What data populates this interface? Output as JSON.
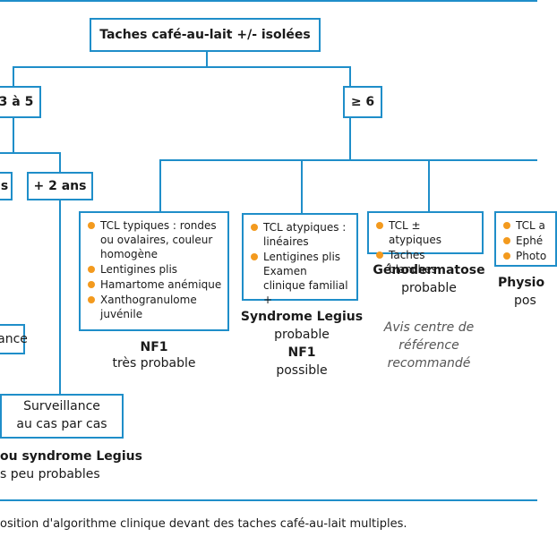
{
  "root": "Taches café-au-lait +/- isolées",
  "branches": {
    "left": "3 à 5",
    "right": "≥ 6"
  },
  "left_sub": {
    "partial": "s",
    "plus2": "+ 2 ans"
  },
  "cards": {
    "nf1": {
      "items": [
        "TCL typiques : rondes ou ovalaires, couleur homogène",
        "Lentigines plis",
        "Hamartome anémique",
        "Xanthogranulome juvénile"
      ],
      "title": "NF1",
      "subtitle": "très probable"
    },
    "legius": {
      "items": [
        "TCL atypiques : linéaires",
        "Lentigines plis Examen clinique familial +"
      ],
      "title": "Syndrome Legius",
      "subtitle": "probable",
      "title2": "NF1",
      "subtitle2": "possible"
    },
    "geno": {
      "items": [
        "TCL ± atypiques",
        "Taches blanches"
      ],
      "title": "Génodermatose",
      "subtitle": "probable",
      "note": [
        "Avis centre de",
        "référence",
        "recommandé"
      ]
    },
    "physio": {
      "items": [
        "TCL a",
        "Ephé",
        "Photo"
      ],
      "title": "Physio",
      "subtitle": "pos"
    }
  },
  "left_lower": {
    "partial_box": "ance",
    "surveillance": [
      "Surveillance",
      "au cas par cas"
    ],
    "concl_bold": "ou syndrome Legius",
    "concl": "s peu probables"
  },
  "caption": "osition d'algorithme clinique devant des taches café-au-lait multiples.",
  "colors": {
    "line": "#1f8ec9",
    "bullet": "#f39a1e"
  }
}
